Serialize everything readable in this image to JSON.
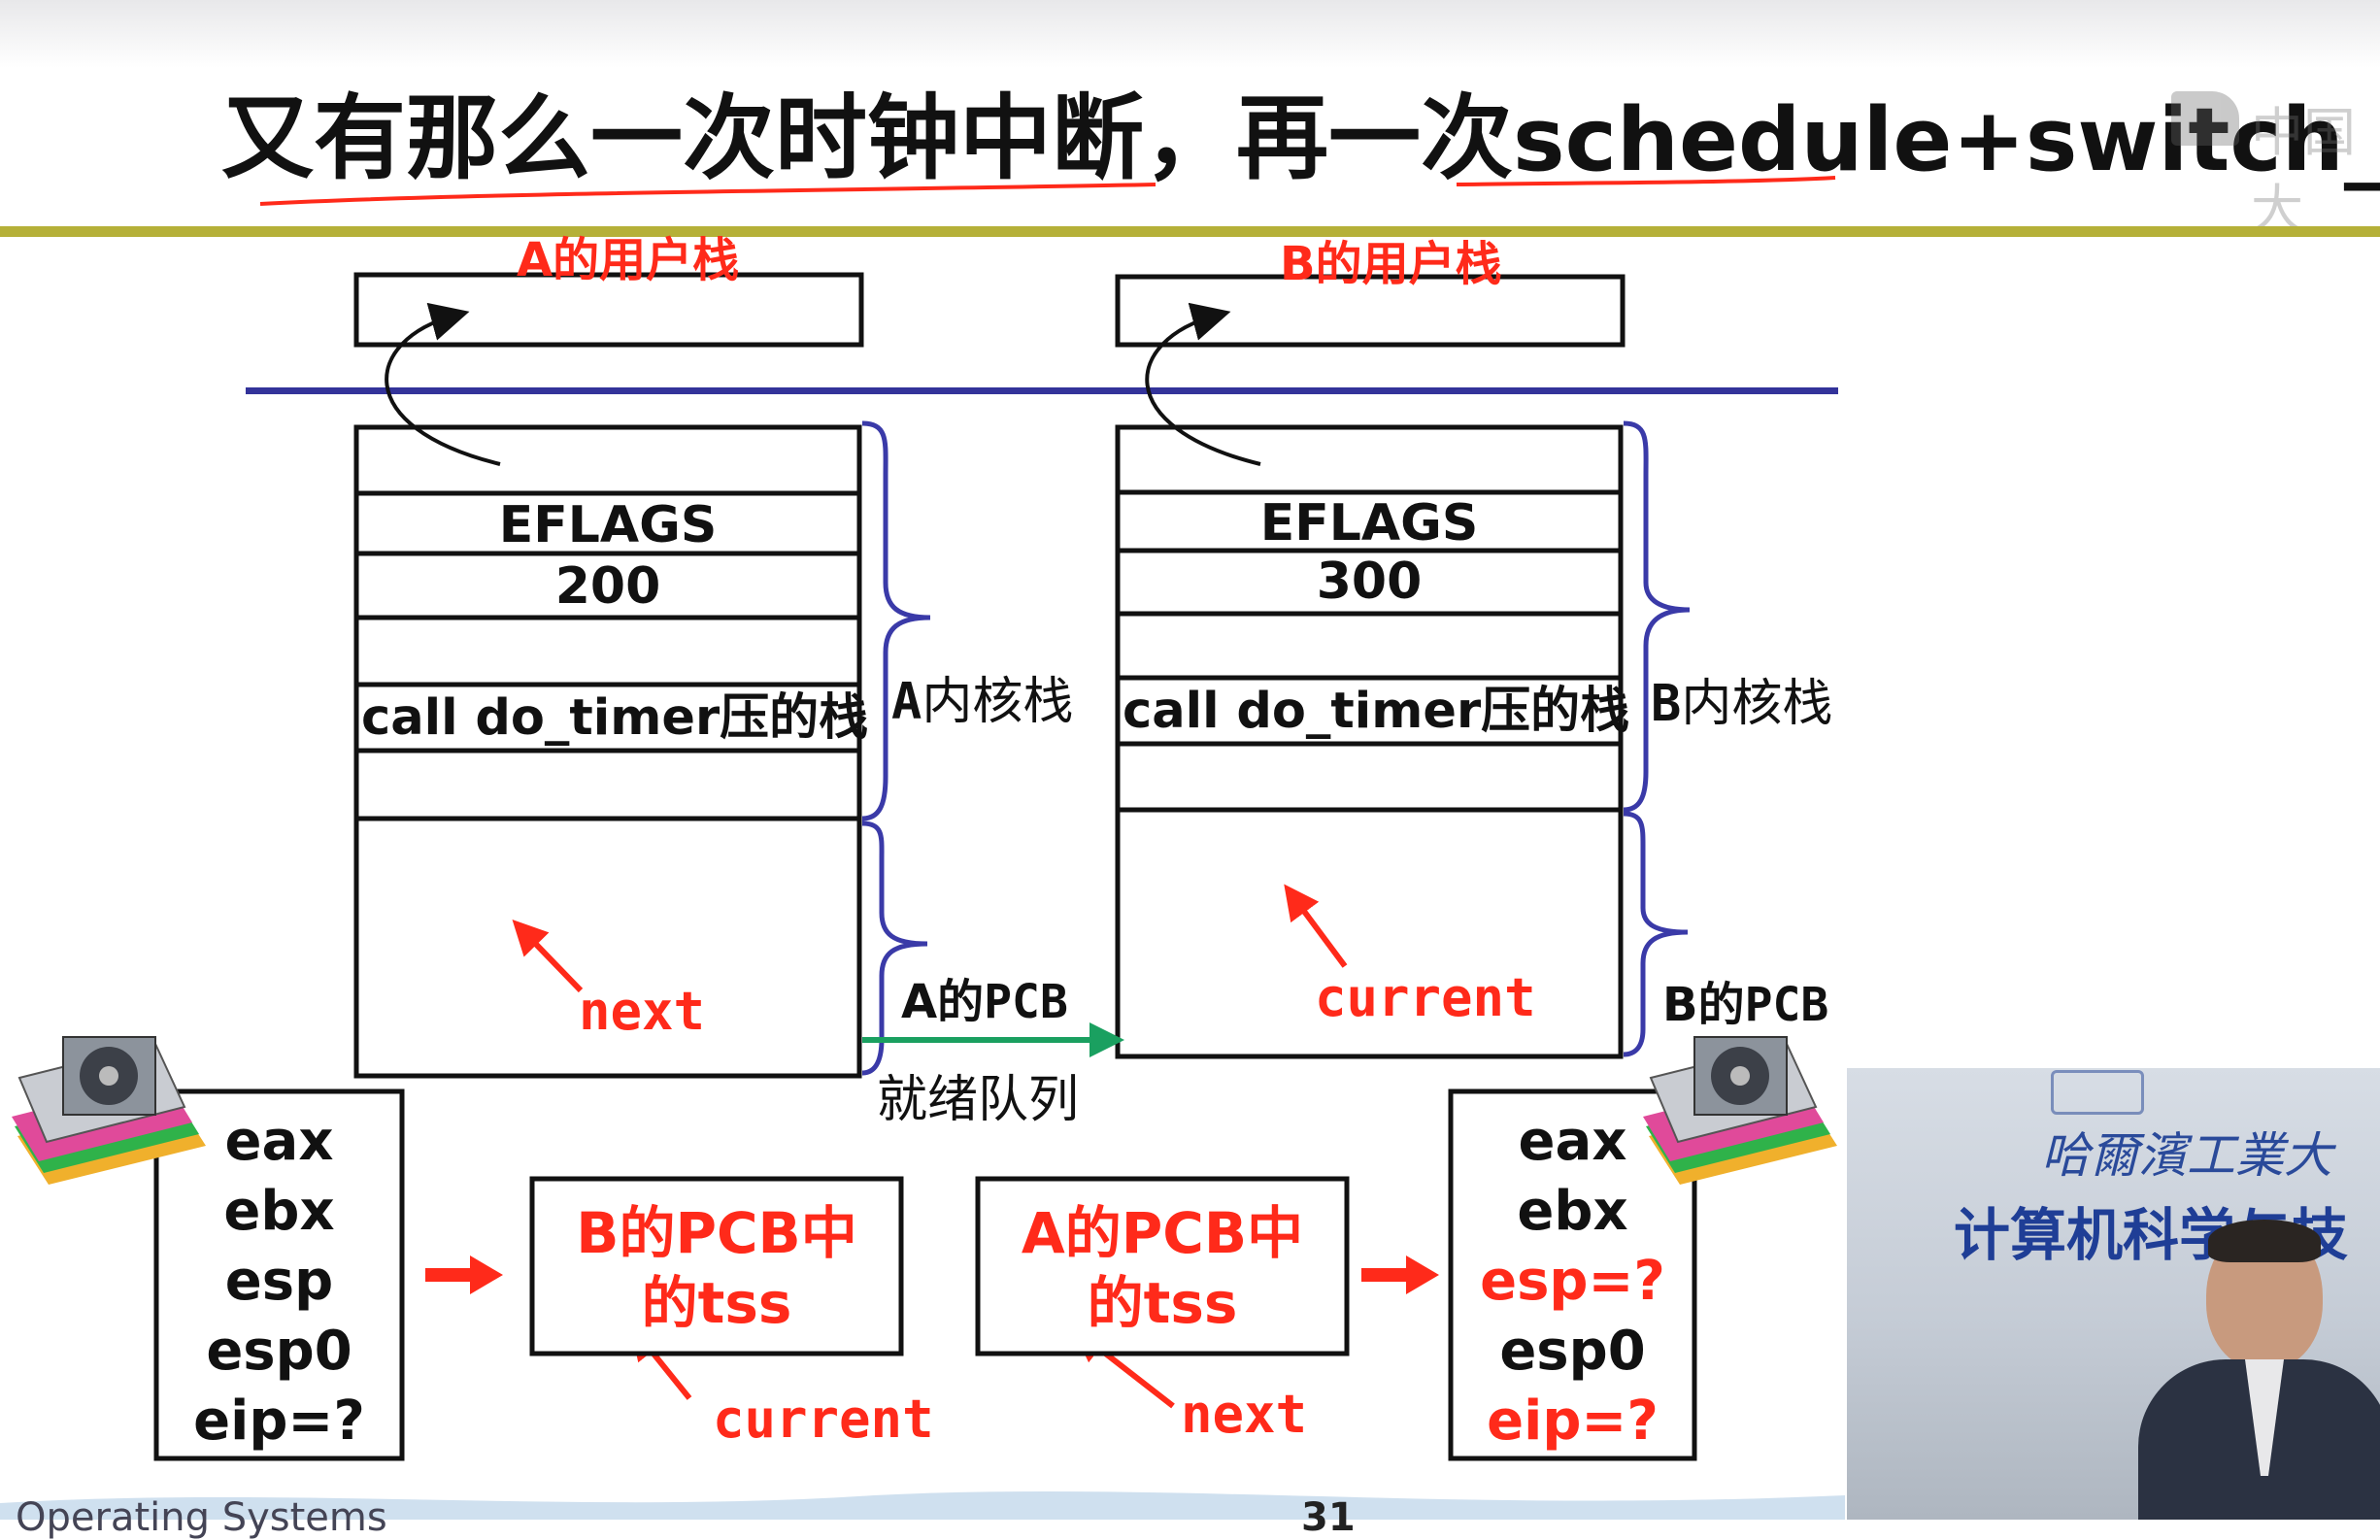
{
  "title": {
    "cn_part": "又有那么一次时钟中断，再一次",
    "latin_part": "schedule+switch_to"
  },
  "watermark": "中国大",
  "stack_a": {
    "user_label": "A的用户栈",
    "kernel_label_prefix": "A",
    "kernel_label_suffix": "内核栈",
    "eflags": "EFLAGS",
    "value": "200",
    "call_row": "call do_timer压的栈",
    "pcb_pointer": "next",
    "pcb_label_prefix": "A的",
    "pcb_label_suffix": "PCB"
  },
  "stack_b": {
    "user_label": "B的用户栈",
    "kernel_label_prefix": "B",
    "kernel_label_suffix": "内核栈",
    "eflags": "EFLAGS",
    "value": "300",
    "call_row": "call do_timer压的栈",
    "pcb_pointer": "current",
    "pcb_label_prefix": "B的",
    "pcb_label_suffix": "PCB"
  },
  "ready_queue": "就绪队列",
  "cpu_left": {
    "registers": [
      "eax",
      "ebx",
      "esp",
      "esp0",
      "eip=?"
    ]
  },
  "cpu_right": {
    "registers": [
      "eax",
      "ebx",
      "esp=?",
      "esp0",
      "eip=?"
    ]
  },
  "tss_b": {
    "line1": "B的PCB中",
    "line2": "的tss",
    "pointer": "current"
  },
  "tss_a": {
    "line1": "A的PCB中",
    "line2": "的tss",
    "pointer": "next"
  },
  "video": {
    "sign_line1": "哈爾濱工業大",
    "sign_line2": "计算机科学与技"
  },
  "footer": {
    "left_text": "Operating Systems",
    "page_number": "31"
  },
  "colors": {
    "red": "#ff2a1a",
    "title_rule": "#b5b038",
    "divider": "#33339a",
    "brace": "#3a3aa8",
    "queue_arrow": "#1aa060"
  }
}
